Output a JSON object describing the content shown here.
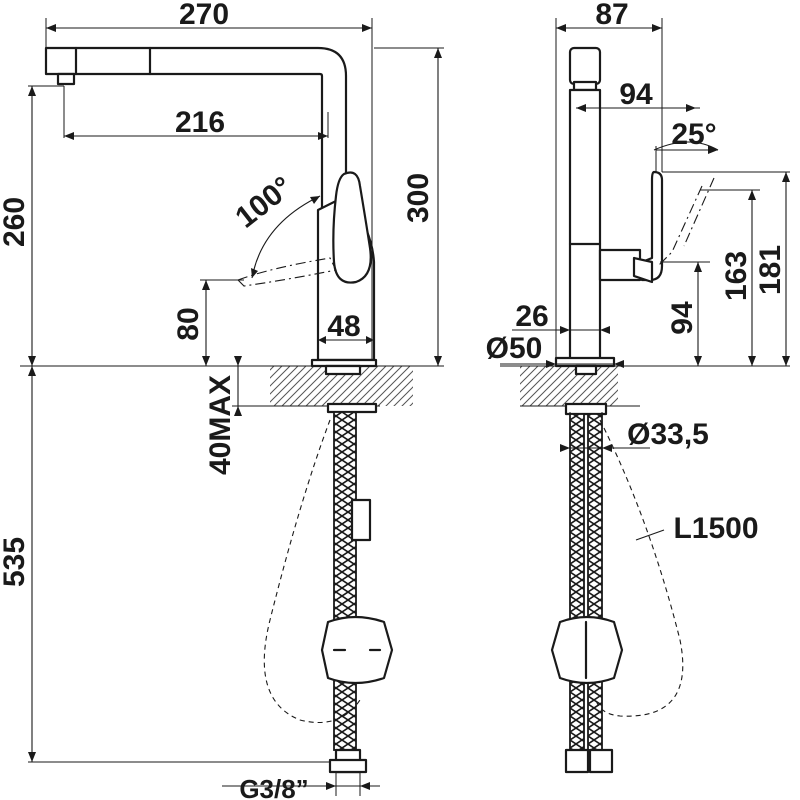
{
  "dimensions": {
    "side": {
      "width_total": "270",
      "spout_reach": "216",
      "tap_height": "260",
      "total_height": "300",
      "lever_angle": "100°",
      "lever_height": "80",
      "body_diameter": "48",
      "deck_thickness": "40MAX",
      "hose_depth": "535",
      "thread": "G3/8”"
    },
    "front": {
      "width": "87",
      "spout_offset": "94",
      "lever_angle": "25°",
      "lever_offset": "26",
      "base_diameter": "Ø50",
      "hole_diameter": "Ø33,5",
      "hose_length": "L1500",
      "height_163": "163",
      "height_181": "181",
      "height_94": "94"
    }
  }
}
